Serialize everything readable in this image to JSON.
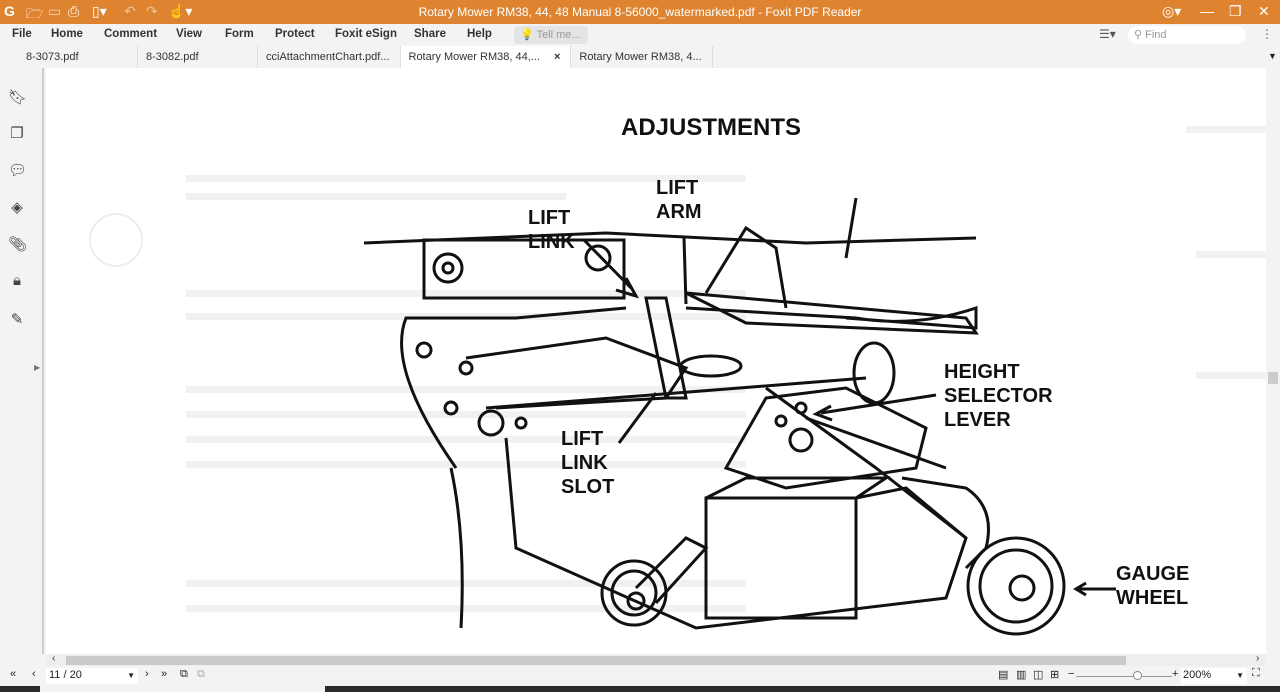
{
  "window": {
    "title": "Rotary Mower RM38, 44, 48 Manual 8-56000_watermarked.pdf - Foxit PDF Reader"
  },
  "menu": [
    "File",
    "Home",
    "Comment",
    "View",
    "Form",
    "Protect",
    "Foxit eSign",
    "Share",
    "Help"
  ],
  "tell_me": {
    "placeholder": "Tell me..."
  },
  "find": {
    "placeholder": "Find"
  },
  "tabs": [
    {
      "label": "8-3073.pdf"
    },
    {
      "label": "8-3082.pdf"
    },
    {
      "label": "cciAttachmentChart.pdf..."
    },
    {
      "label": "Rotary Mower RM38, 44,...",
      "active": true
    },
    {
      "label": "Rotary Mower RM38, 4..."
    }
  ],
  "tab_close": "×",
  "page": {
    "heading": "ADJUSTMENTS",
    "labels": {
      "lift_arm": [
        "LIFT",
        "ARM"
      ],
      "lift_link": [
        "LIFT",
        "LINK"
      ],
      "height_selector": [
        "HEIGHT",
        "SELECTOR",
        "LEVER"
      ],
      "lift_link_slot": [
        "LIFT",
        "LINK",
        "SLOT"
      ],
      "gauge_wheel": [
        "GAUGE",
        "WHEEL"
      ]
    }
  },
  "status": {
    "page_value": "11 / 20",
    "zoom": "200%",
    "zoom_level_percent": 200
  }
}
